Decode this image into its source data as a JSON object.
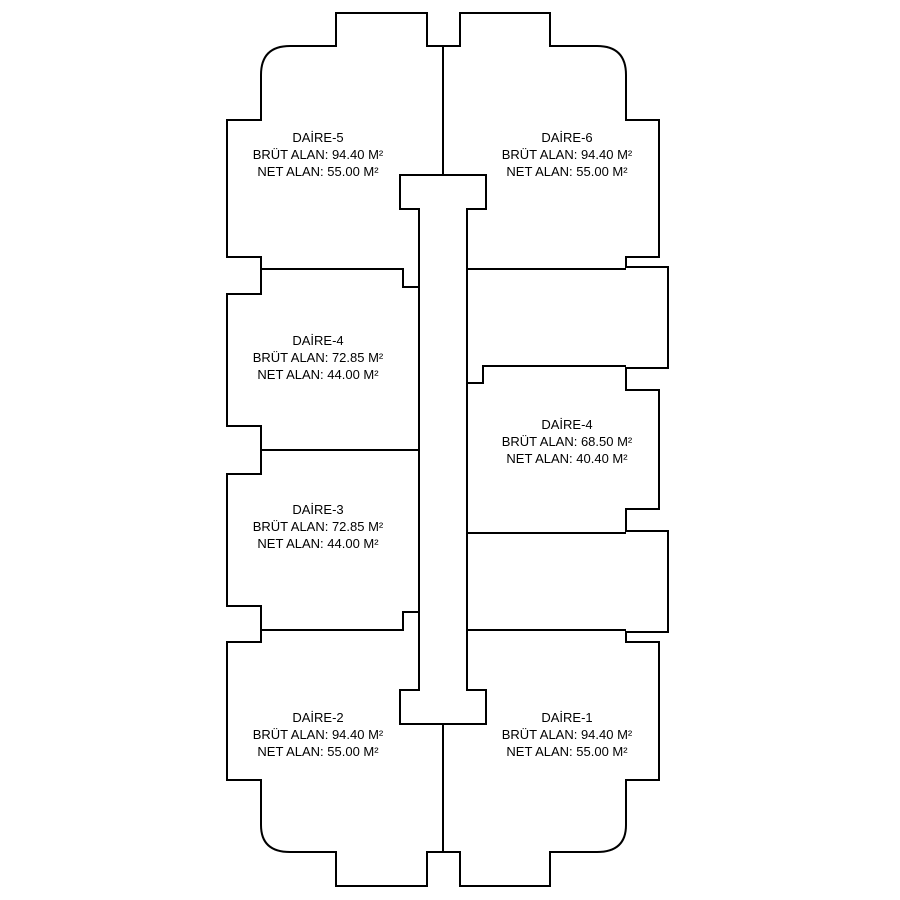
{
  "units": [
    {
      "id": "daire-5",
      "name": "DAİRE-5",
      "gross": "BRÜT ALAN: 94.40 M²",
      "net": "NET ALAN: 55.00 M²"
    },
    {
      "id": "daire-6",
      "name": "DAİRE-6",
      "gross": "BRÜT ALAN: 94.40 M²",
      "net": "NET ALAN: 55.00 M²"
    },
    {
      "id": "daire-4-left",
      "name": "DAİRE-4",
      "gross": "BRÜT ALAN: 72.85 M²",
      "net": "NET ALAN: 44.00 M²"
    },
    {
      "id": "daire-4-right",
      "name": "DAİRE-4",
      "gross": "BRÜT ALAN: 68.50 M²",
      "net": "NET ALAN: 40.40 M²"
    },
    {
      "id": "daire-3",
      "name": "DAİRE-3",
      "gross": "BRÜT ALAN: 72.85 M²",
      "net": "NET ALAN: 44.00 M²"
    },
    {
      "id": "daire-2",
      "name": "DAİRE-2",
      "gross": "BRÜT ALAN: 94.40 M²",
      "net": "NET ALAN: 55.00 M²"
    },
    {
      "id": "daire-1",
      "name": "DAİRE-1",
      "gross": "BRÜT ALAN: 94.40 M²",
      "net": "NET ALAN: 55.00 M²"
    }
  ],
  "colors": {
    "line": "#000000",
    "background": "#ffffff"
  }
}
